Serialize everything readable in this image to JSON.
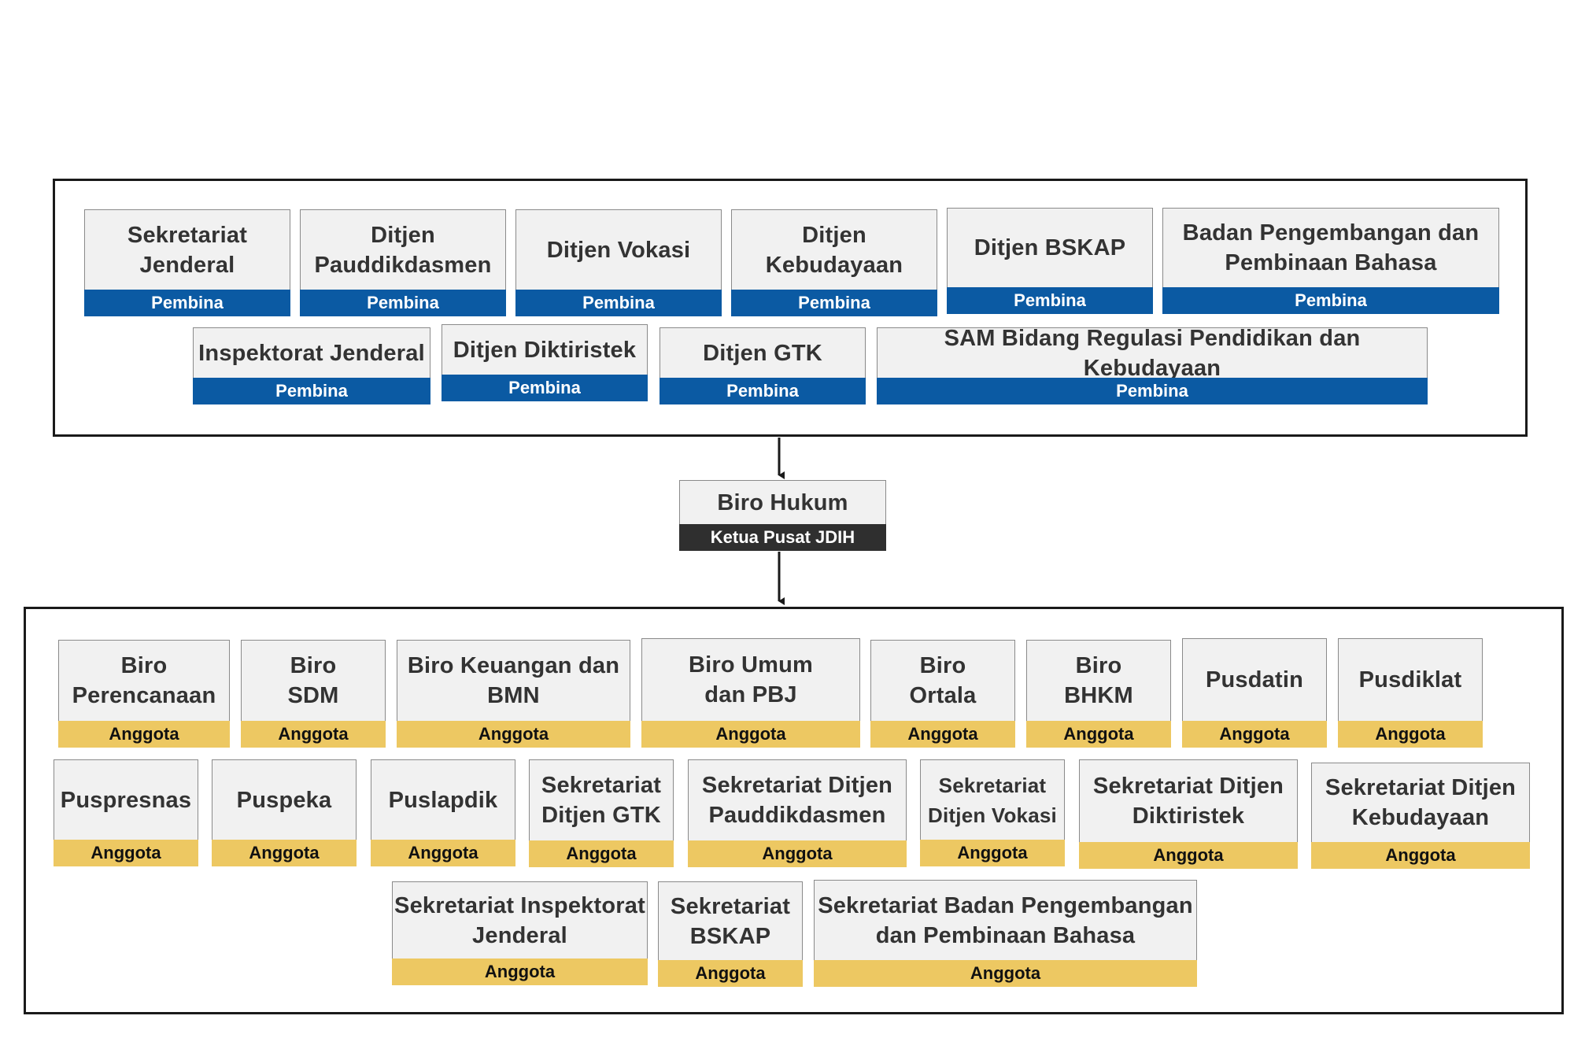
{
  "roles": {
    "pembina": "Pembina",
    "ketua": "Ketua Pusat JDIH",
    "anggota": "Anggota"
  },
  "colors": {
    "pembina": "#0b5aa3",
    "anggota": "#edc862",
    "ketua": "#2f2f2f",
    "node_fill": "#f1f1f1"
  },
  "pembina_nodes": [
    "Sekretariat\nJenderal",
    "Ditjen\nPauddikdasmen",
    "Ditjen Vokasi",
    "Ditjen\nKebudayaan",
    "Ditjen BSKAP",
    "Badan Pengembangan dan\nPembinaan Bahasa",
    "Inspektorat Jenderal",
    "Ditjen Diktiristek",
    "Ditjen GTK",
    "SAM Bidang Regulasi Pendidikan dan Kebudayaan"
  ],
  "center_node": "Biro Hukum",
  "anggota_nodes": [
    "Biro\nPerencanaan",
    "Biro\nSDM",
    "Biro Keuangan dan\nBMN",
    "Biro Umum\ndan PBJ",
    "Biro\nOrtala",
    "Biro\nBHKM",
    "Pusdatin",
    "Pusdiklat",
    "Puspresnas",
    "Puspeka",
    "Puslapdik",
    "Sekretariat\nDitjen GTK",
    "Sekretariat Ditjen\nPauddikdasmen",
    "Sekretariat\nDitjen Vokasi",
    "Sekretariat Ditjen\nDiktiristek",
    "Sekretariat Ditjen\nKebudayaan",
    "Sekretariat Inspektorat\nJenderal",
    "Sekretariat\nBSKAP",
    "Sekretariat Badan Pengembangan\ndan Pembinaan Bahasa"
  ]
}
